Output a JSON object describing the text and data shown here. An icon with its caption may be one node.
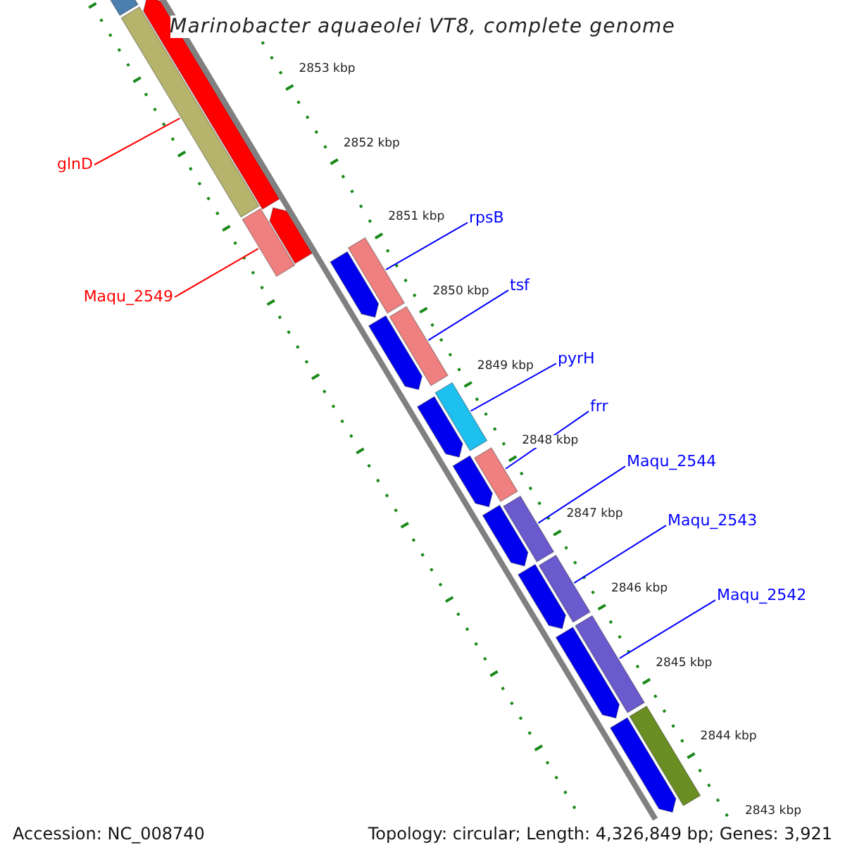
{
  "diagram": {
    "title": "Marinobacter aquaeolei VT8, complete genome",
    "nodes": [
      {
        "text": [
          "glnD"
        ]
      },
      {
        "text": [
          "Maqu_2549"
        ]
      },
      {
        "text": [
          "rpsB"
        ]
      },
      {
        "text": [
          "tsf"
        ]
      },
      {
        "text": [
          "pyrH"
        ]
      },
      {
        "text": [
          "frr"
        ]
      },
      {
        "text": [
          "Maqu_2544"
        ]
      },
      {
        "text": [
          "Maqu_2543"
        ]
      },
      {
        "text": [
          "Maqu_2542"
        ]
      },
      {
        "text": [],
        "shape": "bar"
      },
      {
        "text": [],
        "shape": "bar"
      },
      {
        "text": [],
        "shape": "bar"
      },
      {
        "text": [],
        "shape": "bar"
      },
      {
        "text": [],
        "shape": "bar"
      },
      {
        "text": [],
        "shape": "bar"
      },
      {
        "text": [],
        "shape": "bar"
      },
      {
        "text": [],
        "shape": "bar"
      },
      {
        "text": [],
        "shape": "bar"
      }
    ],
    "edges": [
      {
        "from": 0,
        "to": 9,
        "arrow": "none",
        "color": "#ff0000"
      },
      {
        "from": 1,
        "to": 10,
        "arrow": "none",
        "color": "#ff0000"
      },
      {
        "from": 2,
        "to": 11,
        "arrow": "none"
      },
      {
        "from": 3,
        "to": 12,
        "arrow": "none"
      },
      {
        "from": 4,
        "to": 13,
        "arrow": "none"
      },
      {
        "from": 5,
        "to": 14,
        "arrow": "none"
      },
      {
        "from": 6,
        "to": 15,
        "arrow": "none"
      },
      {
        "from": 7,
        "to": 16,
        "arrow": "none"
      },
      {
        "from": 8,
        "to": 17,
        "arrow": "none"
      }
    ],
    "labels": [
      "2853 kbp",
      "2852 kbp",
      "2851 kbp",
      "2850 kbp",
      "2849 kbp",
      "2848 kbp",
      "2847 kbp",
      "2846 kbp",
      "2845 kbp",
      "2844 kbp",
      "2843 kbp",
      "Accession: NC_008740",
      "Topology: circular; Length: 4,326,849 bp; Genes: 3,921"
    ]
  }
}
